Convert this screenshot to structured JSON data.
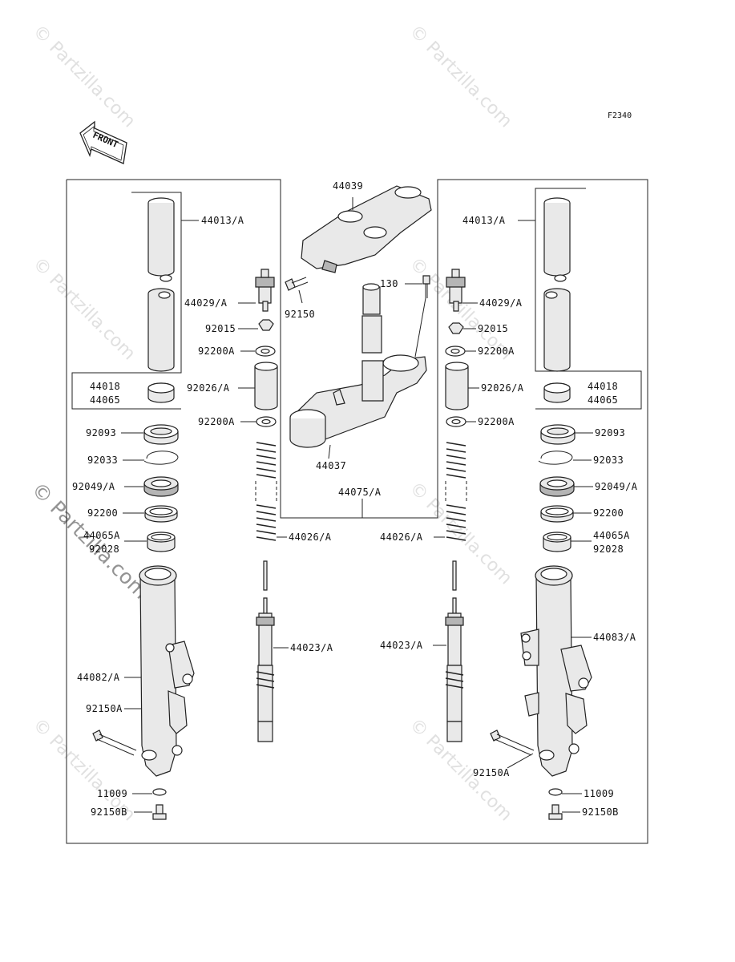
{
  "figure_code": "F2340",
  "front_label": "FRONT",
  "watermark": "© Partzilla.com",
  "labels": {
    "l_44013": "44013/A",
    "l_44029": "44029/A",
    "l_92015": "92015",
    "l_92200A_top": "92200A",
    "l_92026": "92026/A",
    "l_92200A_bot": "92200A",
    "l_44018": "44018",
    "l_44065": "44065",
    "l_92093": "92093",
    "l_92033": "92033",
    "l_92049": "92049/A",
    "l_92200": "92200",
    "l_44065A": "44065A",
    "l_92028": "92028",
    "l_44082": "44082/A",
    "l_92150A": "92150A",
    "l_11009": "11009",
    "l_92150B": "92150B",
    "r_44013": "44013/A",
    "r_44029": "44029/A",
    "r_92015": "92015",
    "r_92200A_top": "92200A",
    "r_92026": "92026/A",
    "r_92200A_bot": "92200A",
    "r_44018": "44018",
    "r_44065": "44065",
    "r_92093": "92093",
    "r_92033": "92033",
    "r_92049": "92049/A",
    "r_92200": "92200",
    "r_44065A": "44065A",
    "r_92028": "92028",
    "r_44083": "44083/A",
    "r_92150A": "92150A",
    "r_11009": "11009",
    "r_92150B": "92150B",
    "c_44039": "44039",
    "c_130": "130",
    "c_92150": "92150",
    "c_44037": "44037",
    "c_44075": "44075/A",
    "c_44026_l": "44026/A",
    "c_44026_r": "44026/A",
    "c_44023_l": "44023/A",
    "c_44023_r": "44023/A"
  }
}
